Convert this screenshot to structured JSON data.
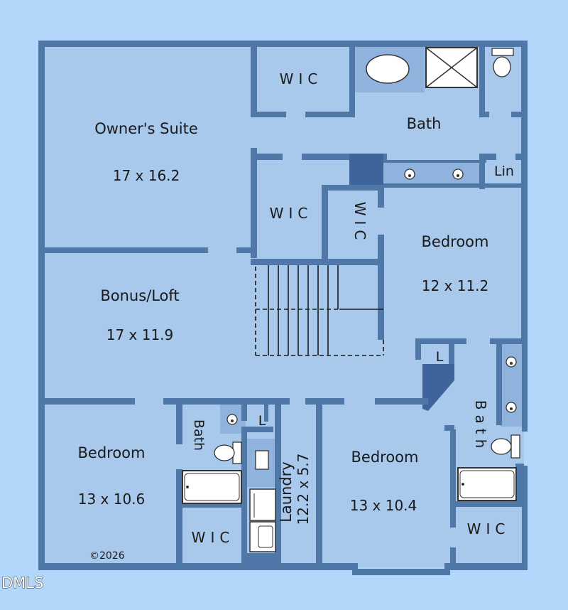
{
  "rooms": {
    "owners_suite": {
      "name": "Owner's Suite",
      "dims": "17 x 16.2"
    },
    "bonus_loft": {
      "name": "Bonus/Loft",
      "dims": "17 x 11.9"
    },
    "bedroom_right": {
      "name": "Bedroom",
      "dims": "12 x 11.2"
    },
    "bedroom_left": {
      "name": "Bedroom",
      "dims": "13 x 10.6"
    },
    "bedroom_mid": {
      "name": "Bedroom",
      "dims": "13 x 10.4"
    },
    "laundry": {
      "name": "Laundry",
      "dims": "12.2 x 5.7"
    },
    "owner_bath": {
      "name": "Bath"
    },
    "bath_left": {
      "name": "Bath"
    },
    "bath_right": {
      "name": "Bath"
    },
    "wic_top": {
      "name": "WIC"
    },
    "wic_mid": {
      "name": "WIC"
    },
    "wic_vertical": {
      "name": "WIC"
    },
    "wic_left": {
      "name": "WIC"
    },
    "wic_right": {
      "name": "WIC"
    },
    "linen": {
      "name": "Lin"
    },
    "linen_mid": {
      "name": "L"
    },
    "linen_left": {
      "name": "L"
    }
  },
  "copyright": "©2026",
  "watermark": "DMLS",
  "colors": {
    "background": "#b3d6fb",
    "floor": "#a8c8ec",
    "wall": "#4f77a8",
    "fixture": "#8fb3dd"
  }
}
